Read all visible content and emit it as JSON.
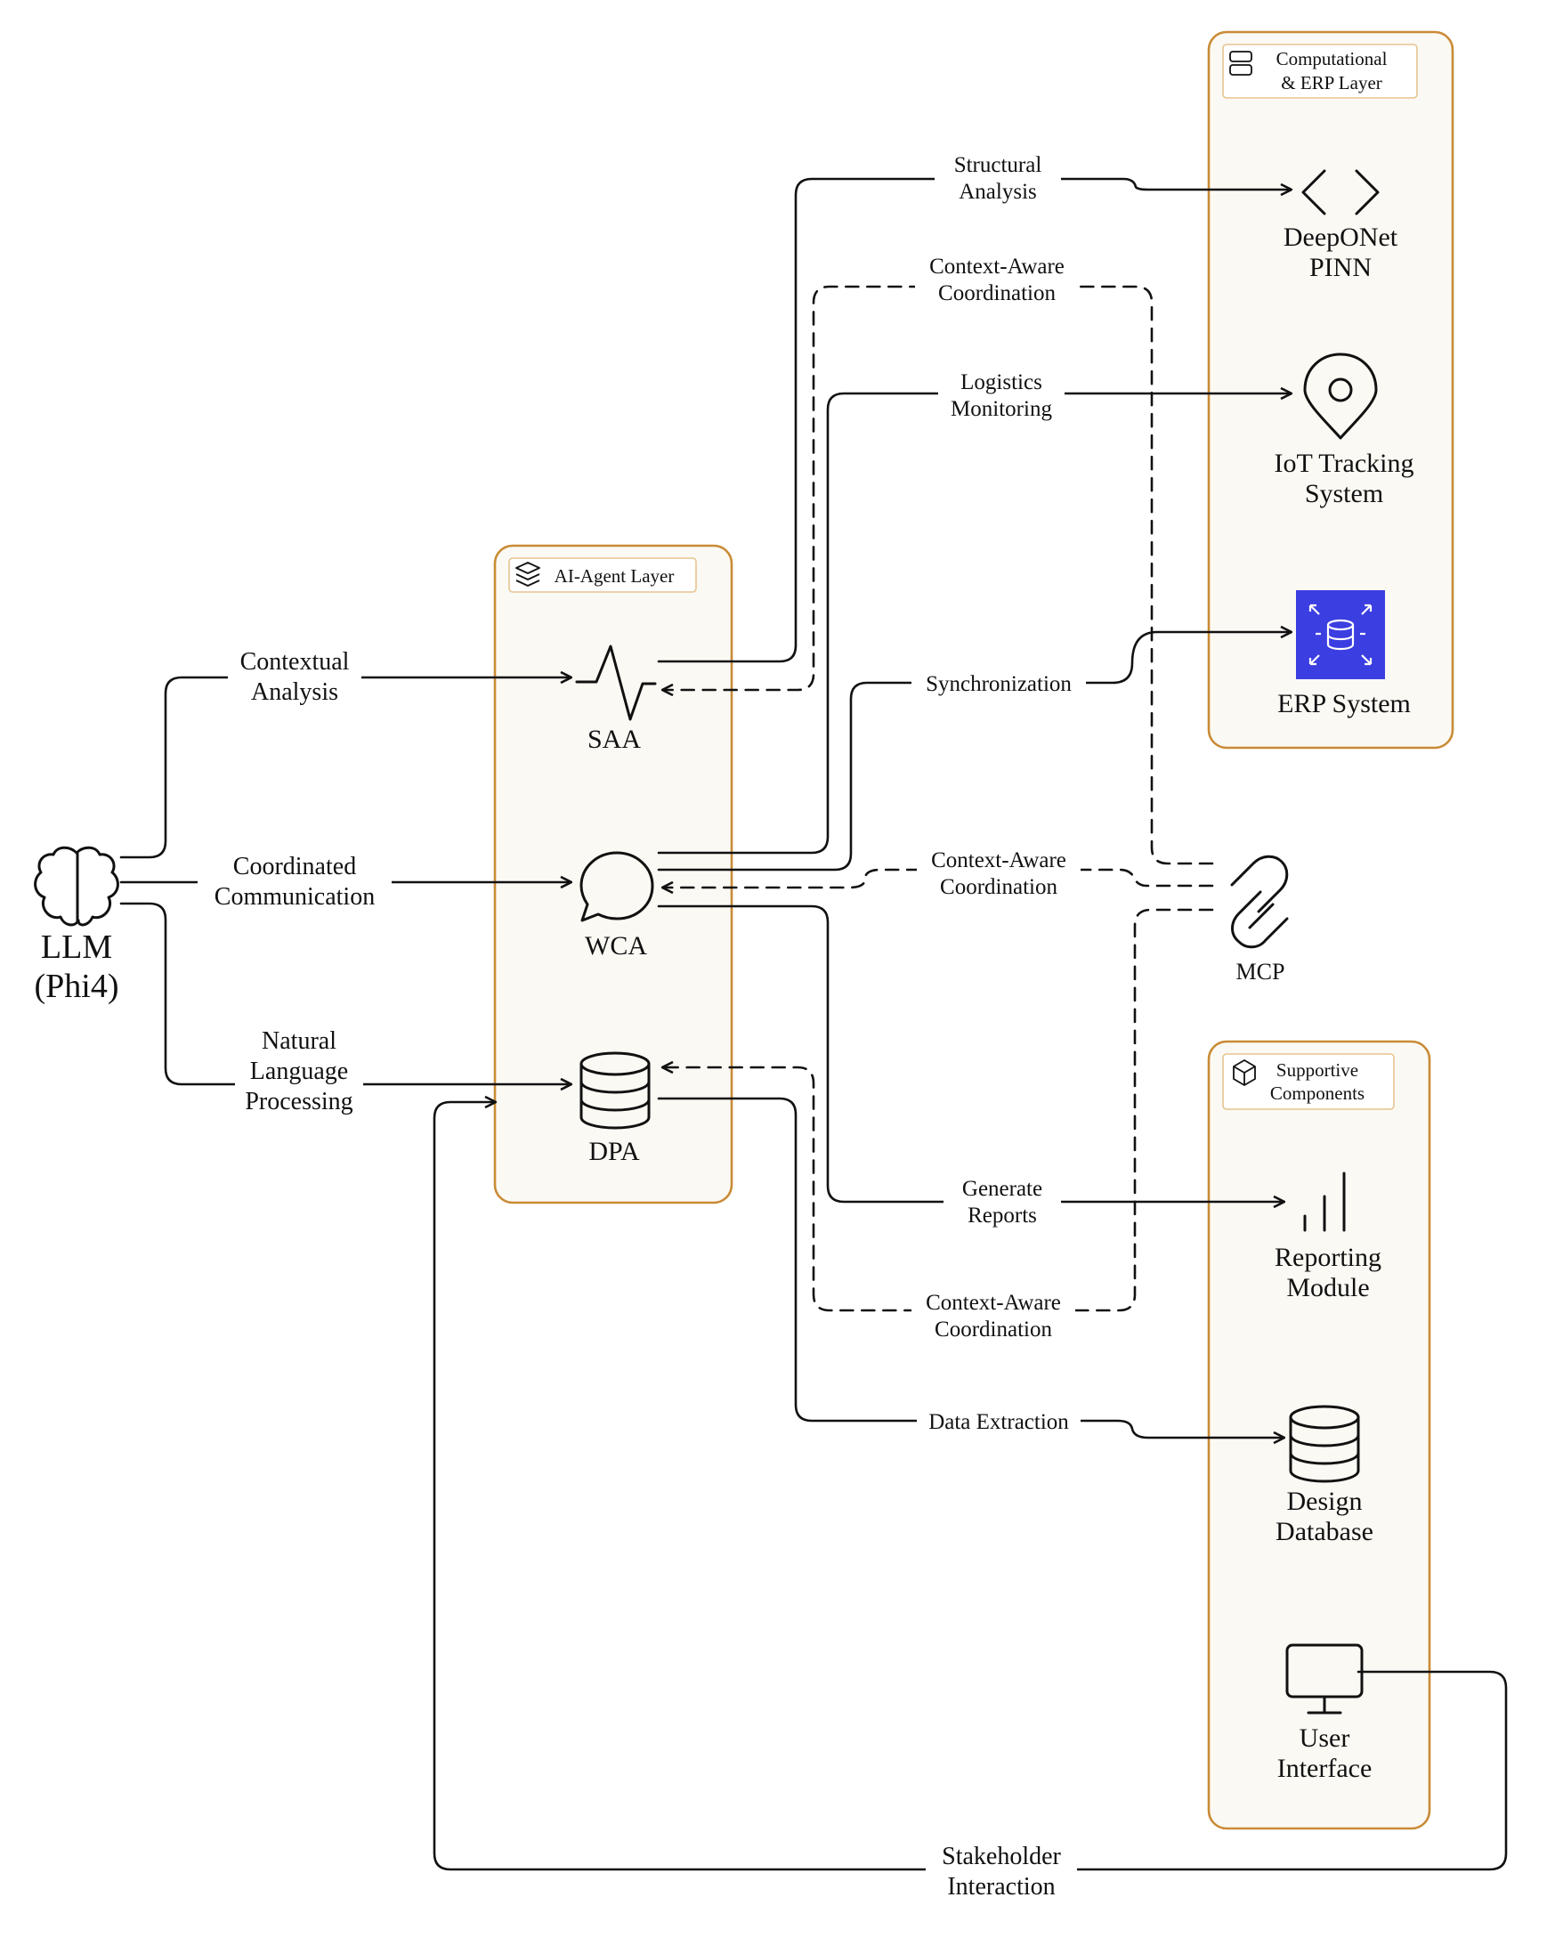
{
  "groups": {
    "computational": {
      "title": "Computational & ERP Layer",
      "title_line1": "Computational",
      "title_line2": "& ERP Layer"
    },
    "agent": {
      "title": "AI-Agent Layer"
    },
    "supportive": {
      "title": "Supportive Components",
      "title_line1": "Supportive",
      "title_line2": "Components"
    }
  },
  "nodes": {
    "llm": {
      "line1": "LLM",
      "line2": "(Phi4)",
      "icon": "brain-icon"
    },
    "saa": {
      "label": "SAA",
      "icon": "activity-icon"
    },
    "wca": {
      "label": "WCA",
      "icon": "message-bubble-icon"
    },
    "dpa": {
      "label": "DPA",
      "icon": "database-icon"
    },
    "deeponet": {
      "line1": "DeepONet",
      "line2": "PINN",
      "icon": "code-brackets-icon"
    },
    "iot": {
      "line1": "IoT Tracking",
      "line2": "System",
      "icon": "map-pin-icon"
    },
    "erp": {
      "label": "ERP System",
      "icon": "erp-database-icon",
      "icon_color": "#3b3ee0"
    },
    "mcp": {
      "label": "MCP",
      "icon": "link-icon"
    },
    "reporting": {
      "line1": "Reporting",
      "line2": "Module",
      "icon": "bar-chart-icon"
    },
    "design_db": {
      "line1": "Design",
      "line2": "Database",
      "icon": "database-icon"
    },
    "ui": {
      "line1": "User",
      "line2": "Interface",
      "icon": "monitor-icon"
    }
  },
  "edges": {
    "contextual_analysis": {
      "line1": "Contextual",
      "line2": "Analysis"
    },
    "coordinated_communication": {
      "line1": "Coordinated",
      "line2": "Communication"
    },
    "nlp": {
      "line1": "Natural",
      "line2": "Language",
      "line3": "Processing"
    },
    "structural_analysis": {
      "line1": "Structural",
      "line2": "Analysis"
    },
    "context_aware_top": {
      "line1": "Context-Aware",
      "line2": "Coordination"
    },
    "logistics_monitoring": {
      "line1": "Logistics",
      "line2": "Monitoring"
    },
    "synchronization": {
      "label": "Synchronization"
    },
    "context_aware_mid": {
      "line1": "Context-Aware",
      "line2": "Coordination"
    },
    "generate_reports": {
      "line1": "Generate",
      "line2": "Reports"
    },
    "context_aware_bottom": {
      "line1": "Context-Aware",
      "line2": "Coordination"
    },
    "data_extraction": {
      "label": "Data Extraction"
    },
    "stakeholder_interaction": {
      "line1": "Stakeholder",
      "line2": "Interaction"
    }
  },
  "colors": {
    "group_border": "#c98b35",
    "group_fill": "#fbf9f4",
    "erp_icon": "#3b3ee0",
    "line": "#111111"
  }
}
